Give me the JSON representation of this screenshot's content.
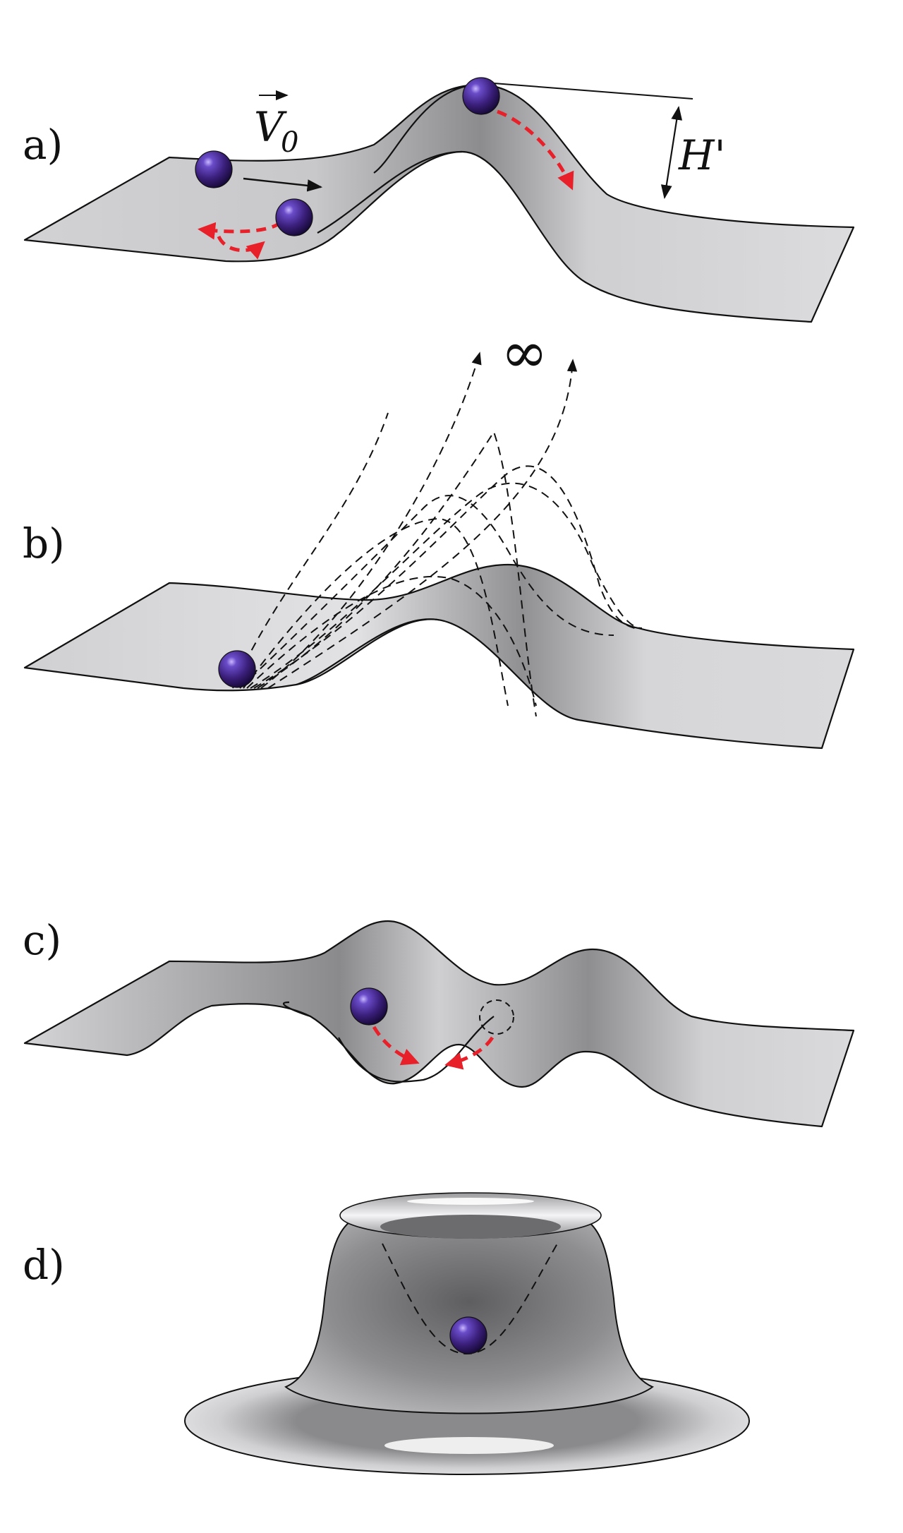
{
  "panels": [
    {
      "label": "a)"
    },
    {
      "label": "b)"
    },
    {
      "label": "c)"
    },
    {
      "label": "d)"
    }
  ],
  "symbols": {
    "velocity_main": "V",
    "velocity_sub": "0",
    "height": "H'",
    "infinity": "∞"
  },
  "colors": {
    "ball": "#3b1f7a",
    "ball_highlight": "#b9a6ef",
    "surface_light": "#e4e4e6",
    "surface_dark": "#8a8a8c",
    "red_arrow": "#e8202a",
    "line": "#111111"
  }
}
